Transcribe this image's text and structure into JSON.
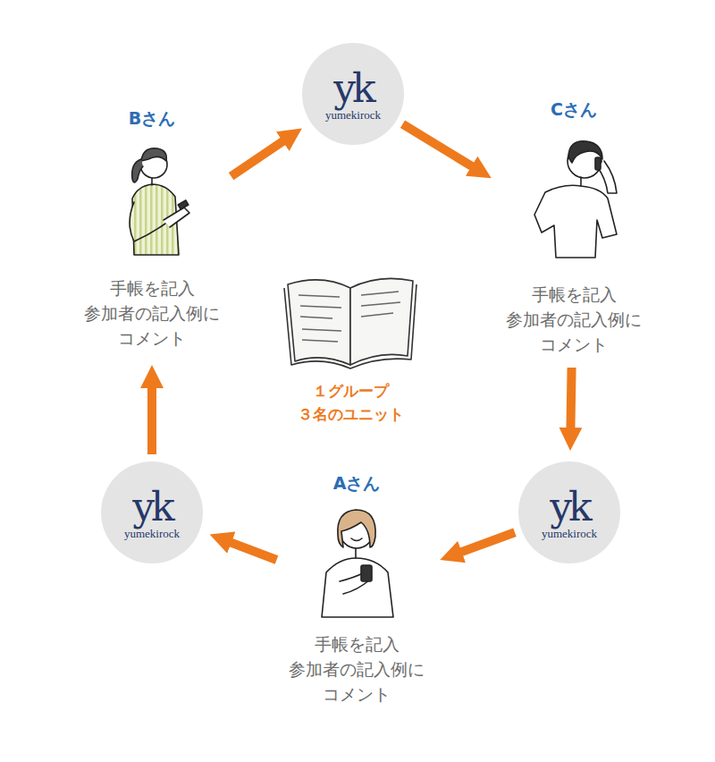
{
  "diagram": {
    "nodes": [
      {
        "text": [
          "Bさん",
          "手帳を記入 参加者の記入例に コメント"
        ]
      },
      {
        "text": [
          "yk",
          "yumekirock"
        ]
      },
      {
        "text": [
          "Cさん",
          "手帳を記入 参加者の記入例に コメント"
        ]
      },
      {
        "text": [
          "yk",
          "yumekirock"
        ]
      },
      {
        "text": [
          "Aさん",
          "手帳を記入 参加者の記入例に コメント"
        ]
      },
      {
        "text": [
          "yk",
          "yumekirock"
        ]
      }
    ],
    "edges": [
      {
        "from": 0,
        "to": 1,
        "arrow": "to"
      },
      {
        "from": 1,
        "to": 2,
        "arrow": "to"
      },
      {
        "from": 2,
        "to": 3,
        "arrow": "to"
      },
      {
        "from": 3,
        "to": 4,
        "arrow": "to"
      },
      {
        "from": 4,
        "to": 5,
        "arrow": "to"
      },
      {
        "from": 5,
        "to": 0,
        "arrow": "to"
      }
    ],
    "labels": [
      "１グループ ３名のユニット"
    ]
  }
}
